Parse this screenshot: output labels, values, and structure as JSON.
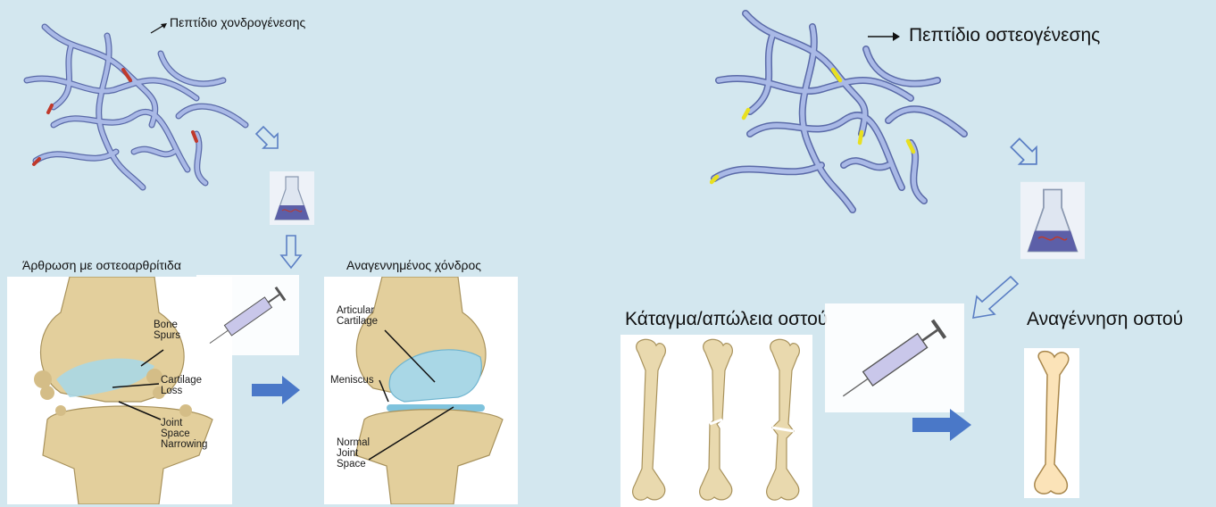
{
  "left": {
    "peptide_label": "Πεπτίδιο χονδρογένεσης",
    "before_title": "Άρθρωση με οστεοαρθρίτιδα",
    "after_title": "Αναγεννημένος χόνδρος",
    "before_labels": {
      "bone_spurs": "Bone\nSpurs",
      "cartilage_loss": "Cartilage\nLoss",
      "joint_space": "Joint\nSpace\nNarrowing"
    },
    "after_labels": {
      "articular": "Articular\nCartilage",
      "meniscus": "Meniscus",
      "normal_joint": "Normal\nJoint\nSpace"
    },
    "marker_color": "#c0392b"
  },
  "right": {
    "peptide_label": "Πεπτίδιο οστεογένεσης",
    "before_title": "Κάταγμα/απώλεια οστού",
    "after_title": "Αναγέννηση οστού",
    "marker_color": "#e8e020"
  },
  "colors": {
    "background": "#d3e7ef",
    "fiber": "#a9b9e6",
    "fiber_stroke": "#5a6aa8",
    "block_arrow": "#4a78c8",
    "hollow_arrow": "#5b7fc4"
  }
}
